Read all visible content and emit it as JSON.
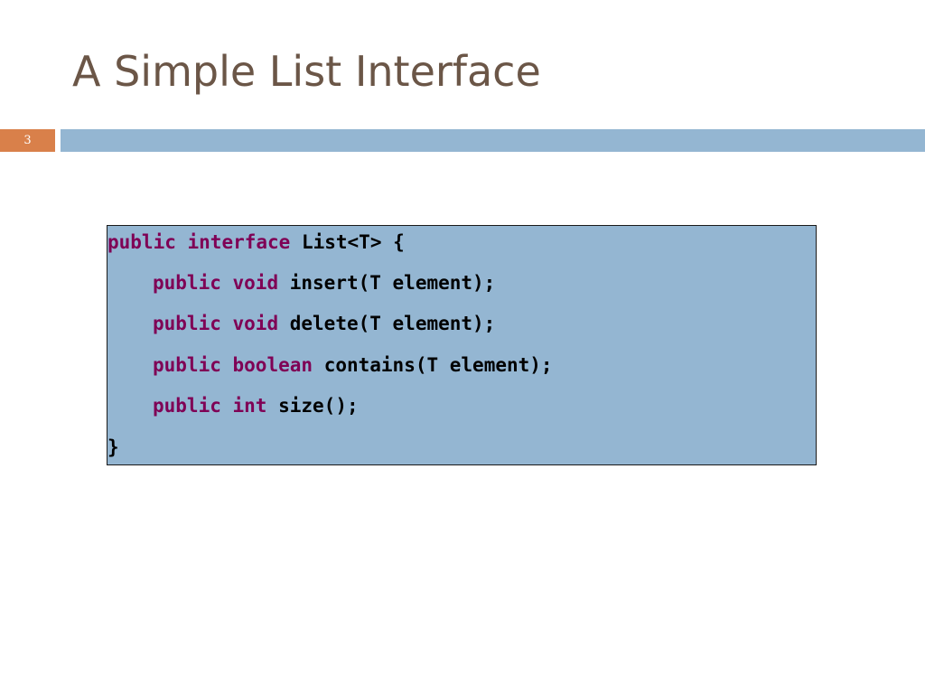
{
  "slide": {
    "title": "A Simple List Interface",
    "number": "3"
  },
  "code": {
    "lines": [
      {
        "keywords": [
          "public",
          "interface"
        ],
        "rest": "List<T> {"
      },
      {
        "keywords": [
          "public",
          "void"
        ],
        "rest": "insert(T element);"
      },
      {
        "keywords": [
          "public",
          "void"
        ],
        "rest": "delete(T element);"
      },
      {
        "keywords": [
          "public",
          "boolean"
        ],
        "rest": "contains(T element);"
      },
      {
        "keywords": [
          "public",
          "int"
        ],
        "rest": "size();"
      },
      {
        "keywords": [],
        "rest": "}"
      }
    ]
  },
  "colors": {
    "title_text": "#6b5647",
    "slide_number_bg": "#d9804a",
    "accent_bar": "#94b6d2",
    "code_bg": "#94b6d2",
    "keyword": "#7f0055",
    "code_text": "#000000"
  }
}
